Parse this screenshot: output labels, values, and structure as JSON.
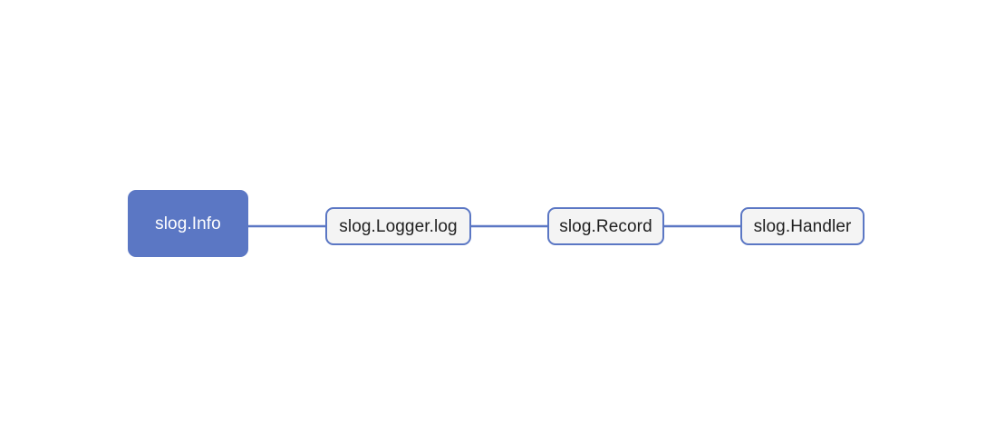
{
  "diagram": {
    "type": "flowchart",
    "direction": "left-to-right",
    "background_color": "#ffffff",
    "accent_color": "#5b77c4",
    "node_fill_color": "#f4f4f4",
    "node_text_color": "#1f1f1f",
    "filled_node_text_color": "#ffffff",
    "nodes": [
      {
        "id": "info",
        "label": "slog.Info",
        "style": "filled"
      },
      {
        "id": "logger",
        "label": "slog.Logger.log",
        "style": "outlined"
      },
      {
        "id": "record",
        "label": "slog.Record",
        "style": "outlined"
      },
      {
        "id": "handler",
        "label": "slog.Handler",
        "style": "outlined"
      }
    ],
    "edges": [
      {
        "from": "info",
        "to": "logger",
        "label": ""
      },
      {
        "from": "logger",
        "to": "record",
        "label": ""
      },
      {
        "from": "record",
        "to": "handler",
        "label": ""
      }
    ]
  }
}
